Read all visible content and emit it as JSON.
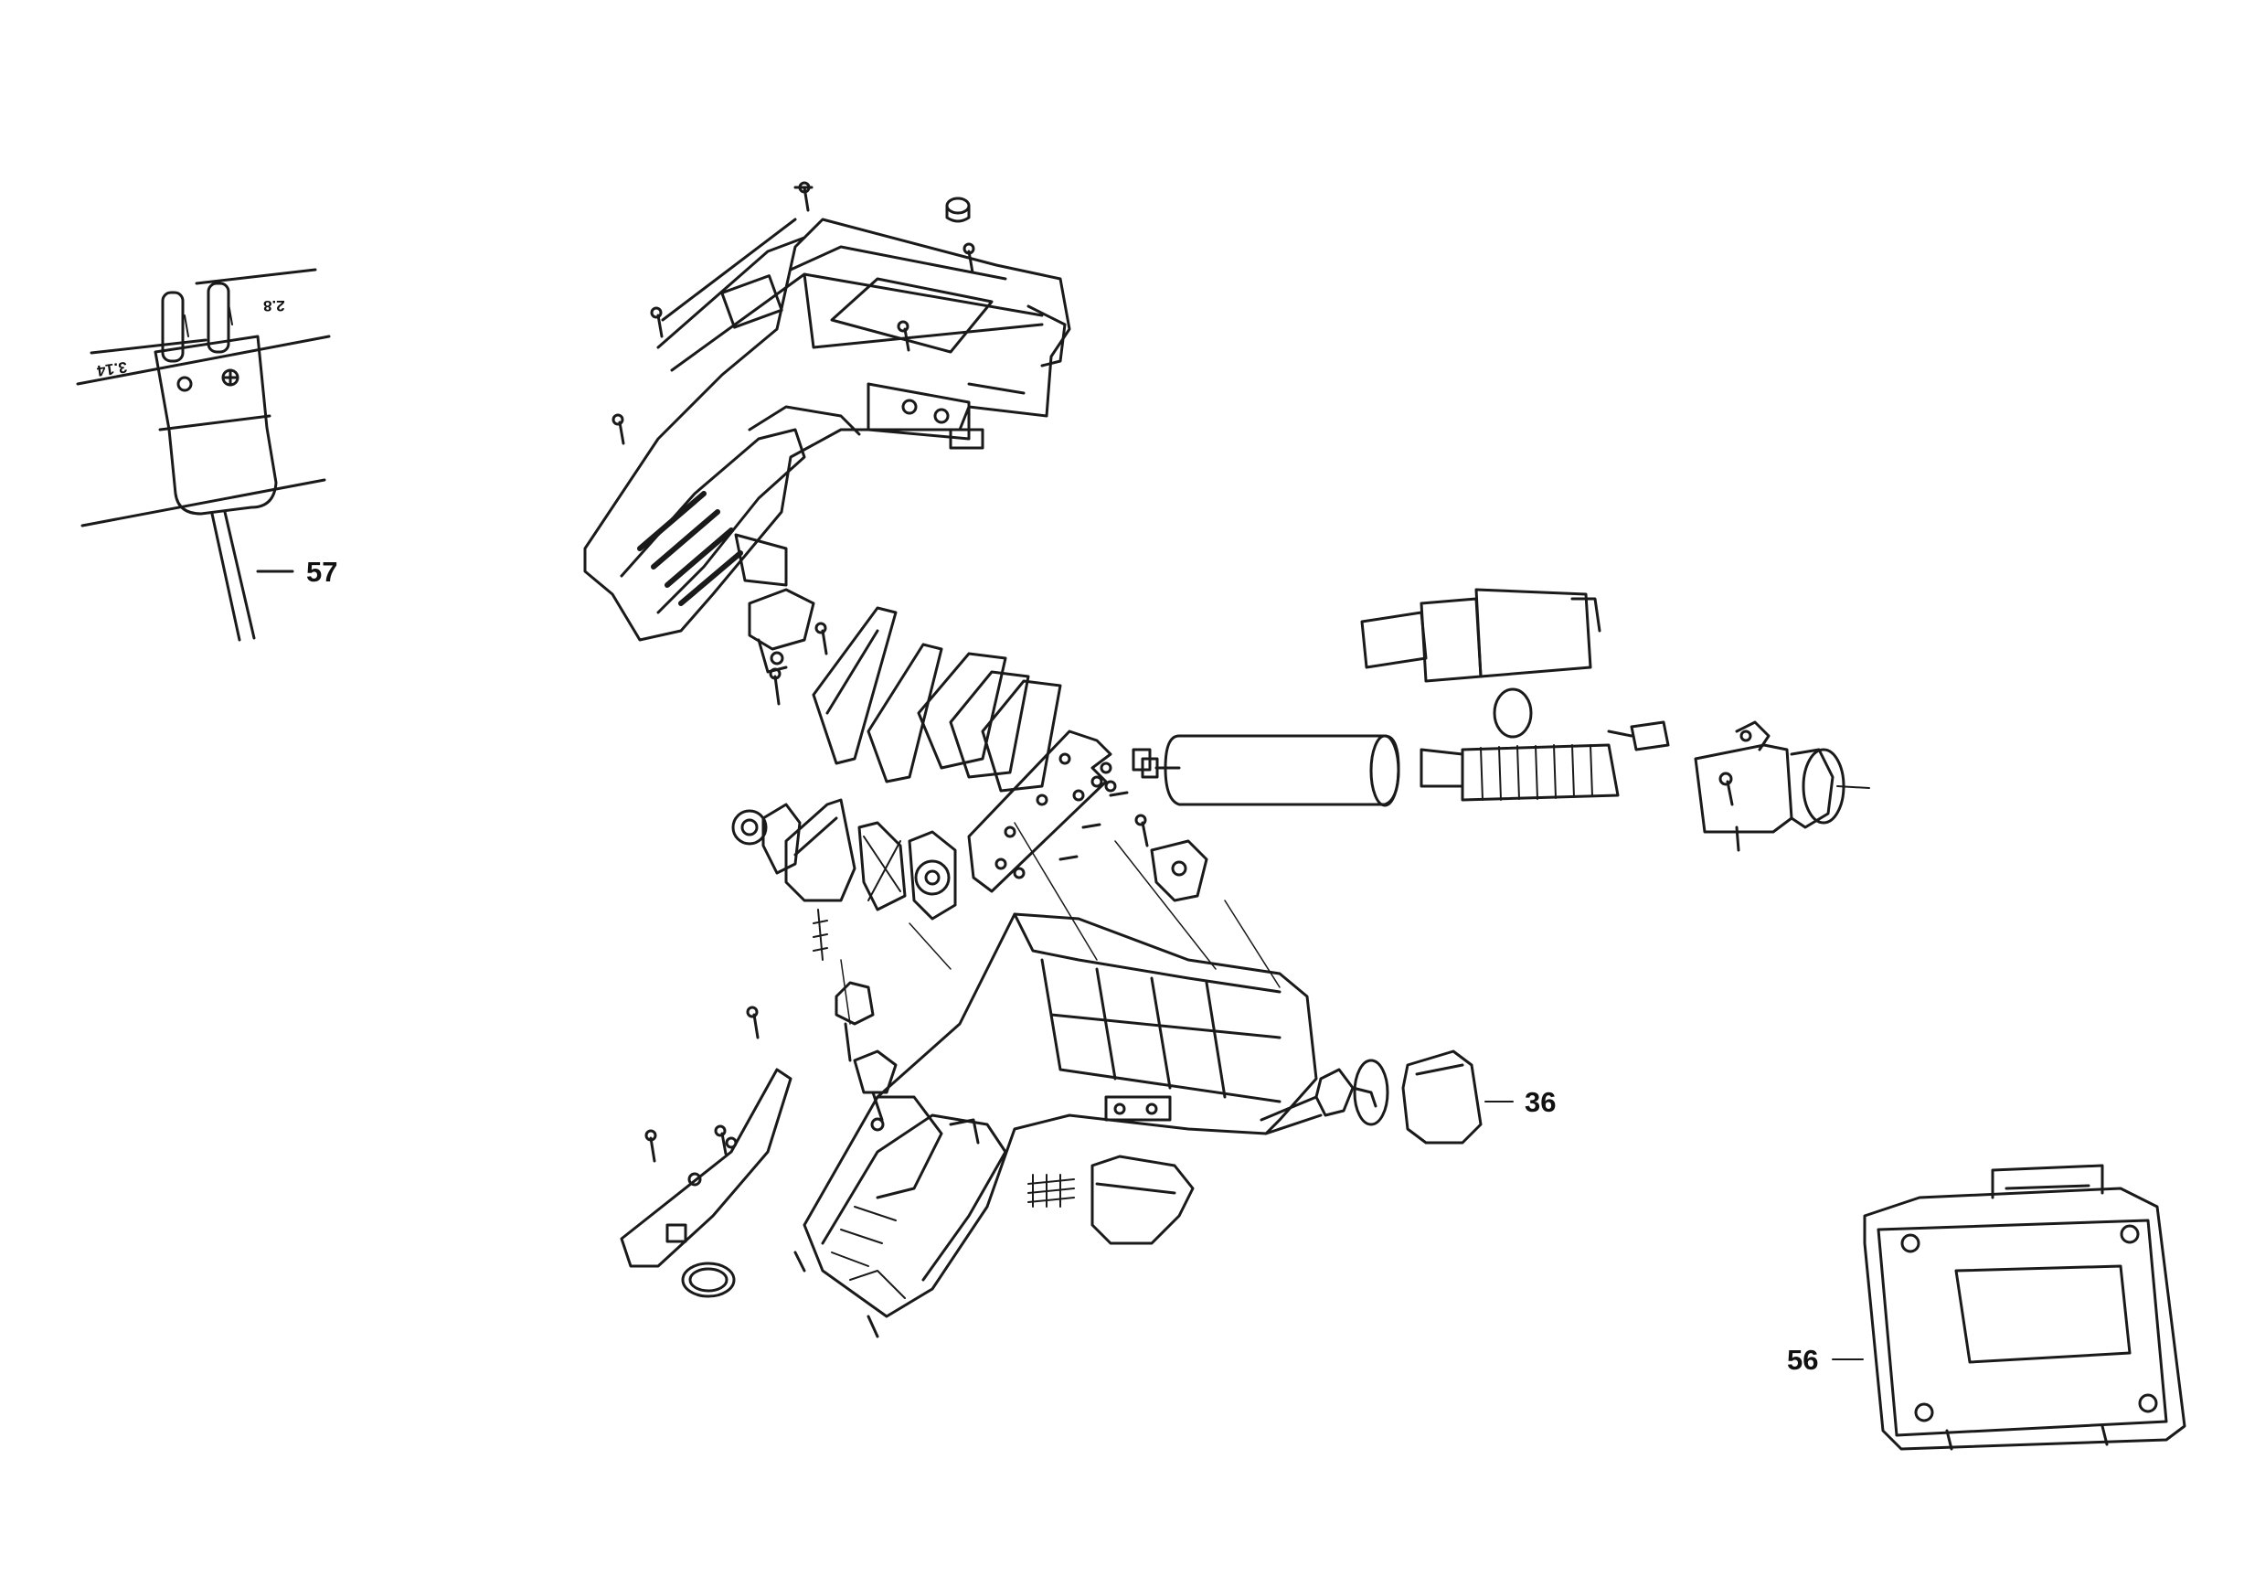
{
  "diagram": {
    "callouts": {
      "c57": "57",
      "c36": "36",
      "c56": "56"
    },
    "dimensions": {
      "pin_gap": "2.8",
      "pin_pitch": "3.14"
    },
    "line_color": "#1a1a1a",
    "background": "#ffffff"
  }
}
